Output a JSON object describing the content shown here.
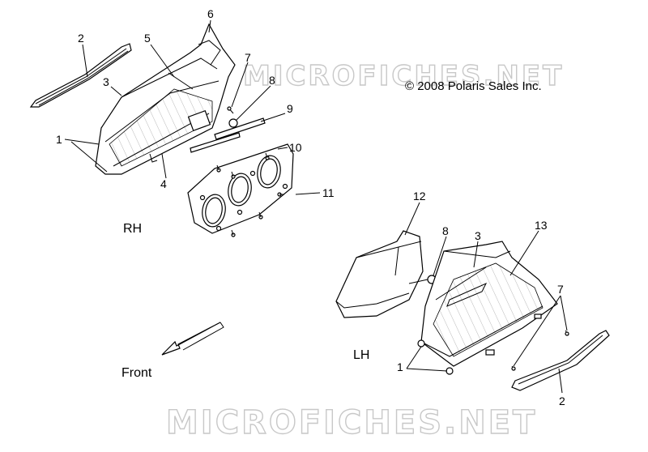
{
  "copyright": "© 2008 Polaris Sales Inc.",
  "watermark": "MICROFICHES.NET",
  "section_labels": {
    "rh": "RH",
    "lh": "LH"
  },
  "direction": {
    "front": "Front"
  },
  "callouts": {
    "rh": [
      "2",
      "6",
      "5",
      "7",
      "3",
      "8",
      "9",
      "1",
      "10",
      "4",
      "11"
    ],
    "lh": [
      "12",
      "8",
      "3",
      "13",
      "7",
      "1",
      "2"
    ]
  }
}
